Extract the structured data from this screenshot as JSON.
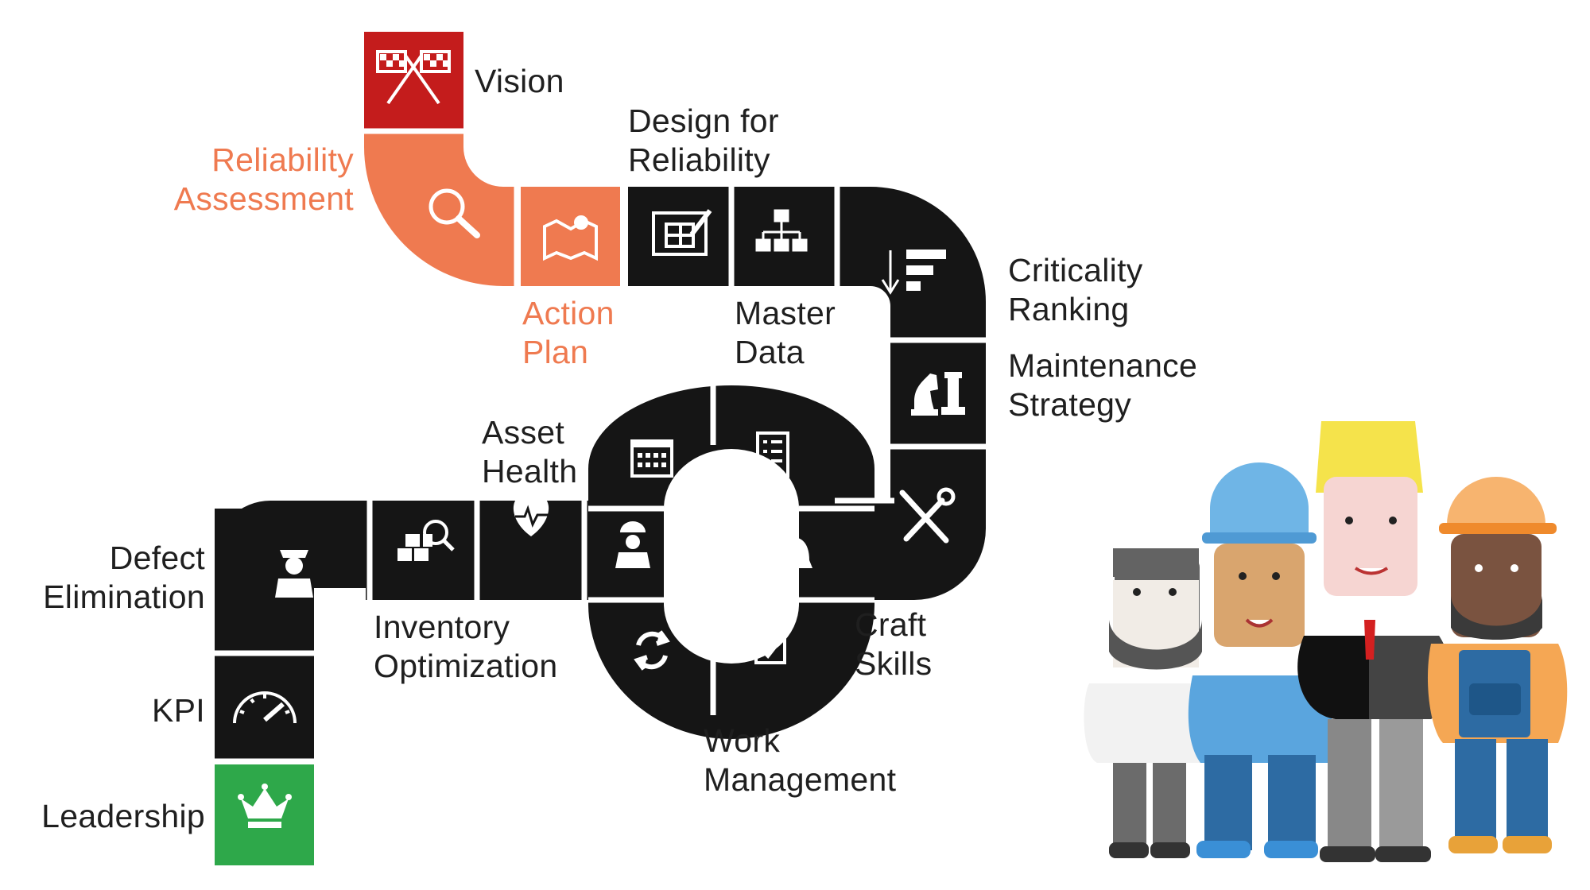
{
  "colors": {
    "road": "#151515",
    "accent_red": "#c41c1c",
    "accent_orange": "#ef7a50",
    "accent_green": "#2ea84a",
    "text_dark": "#1f1f1f",
    "text_orange": "#ef7a50"
  },
  "steps": {
    "vision": {
      "label": "Vision",
      "icon": "checkered-flags-icon"
    },
    "reliability_assessment": {
      "line1": "Reliability",
      "line2": "Assessment",
      "icon": "magnifier-icon"
    },
    "action_plan": {
      "line1": "Action",
      "line2": "Plan",
      "icon": "map-pin-icon"
    },
    "design_for_reliability": {
      "line1": "Design for",
      "line2": "Reliability",
      "icon": "blueprint-pencil-icon"
    },
    "master_data": {
      "line1": "Master",
      "line2": "Data",
      "icon": "org-chart-icon"
    },
    "criticality_ranking": {
      "line1": "Criticality",
      "line2": "Ranking",
      "icon": "sort-descending-icon"
    },
    "maintenance_strategy": {
      "line1": "Maintenance",
      "line2": "Strategy",
      "icon": "chess-pieces-icon"
    },
    "craft_skills": {
      "line1": "Craft",
      "line2": "Skills",
      "icon": "wrench-screwdriver-icon"
    },
    "work_management": {
      "line1": "Work",
      "line2": "Management",
      "icons": [
        "calendar-icon",
        "checklist-icon",
        "bell-icon",
        "checkbox-icon",
        "refresh-cycle-icon",
        "worker-icon"
      ]
    },
    "asset_health": {
      "line1": "Asset",
      "line2": "Health",
      "icon": "heart-pulse-icon"
    },
    "inventory_optimization": {
      "line1": "Inventory",
      "line2": "Optimization",
      "icon": "boxes-search-icon"
    },
    "defect_elimination": {
      "line1": "Defect",
      "line2": "Elimination",
      "icon": "police-officer-icon"
    },
    "kpi": {
      "label": "KPI",
      "icon": "speedometer-icon"
    },
    "leadership": {
      "label": "Leadership",
      "icon": "crown-icon"
    }
  },
  "team_illustration": {
    "icon": "team-of-four-workers-illustration"
  }
}
